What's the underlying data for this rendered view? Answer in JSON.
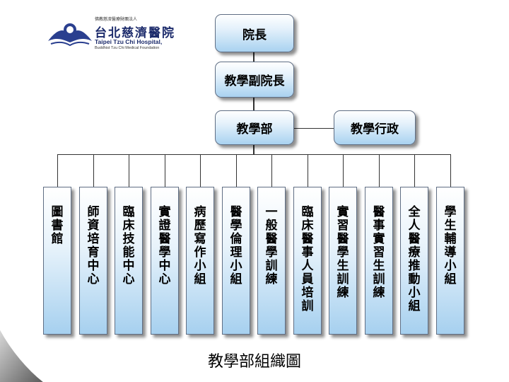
{
  "logo": {
    "small_text": "佛教慈濟醫療財團法人",
    "name_cn": "台北慈濟醫院",
    "name_en": "Taipei Tzu Chi Hospital,",
    "name_en_sub": "Buddhist Tzu Chi Medical Foundation"
  },
  "nodes": {
    "president": "院長",
    "vice_president": "教學副院長",
    "teaching_dept": "教學部",
    "teaching_admin": "教學行政"
  },
  "departments": [
    "圖書館",
    "師資培育中心",
    "臨床技能中心",
    "實證醫學中心",
    "病歷寫作小組",
    "醫學倫理小組",
    "一般醫學訓練",
    "臨床醫事人員培訓",
    "實習醫學生訓練",
    "醫事實習生訓練",
    "全人醫療推動小組",
    "學生輔導小組"
  ],
  "caption": "教學部組織圖"
}
